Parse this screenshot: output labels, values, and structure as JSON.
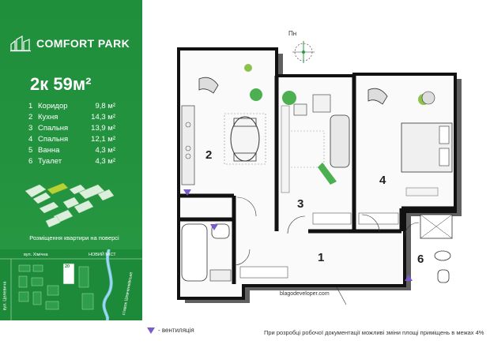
{
  "brand": {
    "name": "COMFORT PARK"
  },
  "apartment": {
    "title": "2к 59м²"
  },
  "rooms": [
    {
      "num": "1",
      "name": "Коридор",
      "area": "9,8 м²"
    },
    {
      "num": "2",
      "name": "Кухня",
      "area": "14,3 м²"
    },
    {
      "num": "3",
      "name": "Спальня",
      "area": "13,9 м²"
    },
    {
      "num": "4",
      "name": "Спальня",
      "area": "12,1 м²"
    },
    {
      "num": "5",
      "name": "Ванна",
      "area": "4,3 м²"
    },
    {
      "num": "6",
      "name": "Туалет",
      "area": "4,3 м²"
    }
  ],
  "floor_map": {
    "caption": "Розміщення квартири на поверсі"
  },
  "site_map": {
    "street_top": "вул. Хімічна",
    "street_right": "НОВИЙ МІСТ",
    "street_left": "вул. Целевича",
    "building": "20",
    "river": "ставок Шевченківське"
  },
  "plan": {
    "north_label": "Пн",
    "room_labels": [
      "1",
      "2",
      "3",
      "4",
      "6"
    ],
    "website": "blagodeveloper.com"
  },
  "footer": {
    "legend": "- вентиляція",
    "note": "При розробці робочої документації можливі зміни площі приміщень в межах 4%"
  },
  "colors": {
    "brand_green": "#23933f",
    "wall": "#111111",
    "vent": "#7a5cc8",
    "plant": "#4caf50"
  }
}
